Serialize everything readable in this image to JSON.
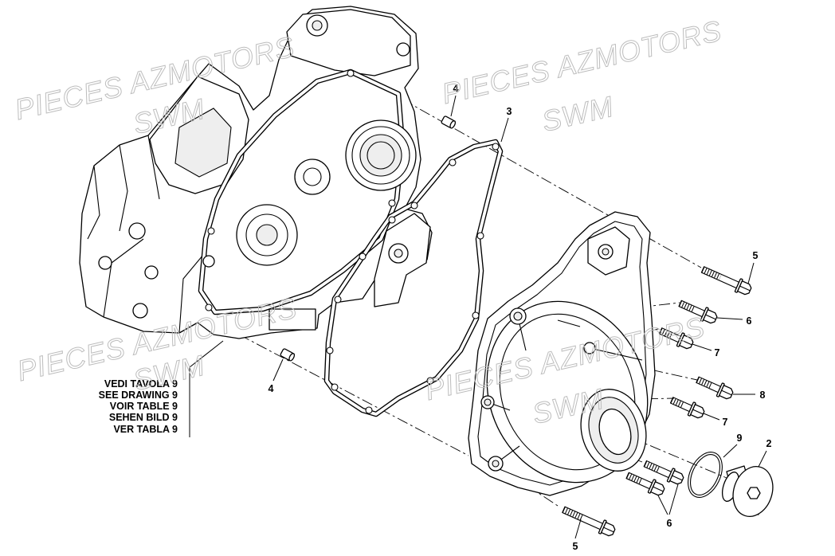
{
  "watermark": {
    "brand": "PIECES AZMOTORS",
    "make": "SWM"
  },
  "callouts": {
    "dowel_top": "4",
    "gasket": "3",
    "dowel_bottom": "4",
    "bolt_5_top": "5",
    "bolt_6_upper": "6",
    "bolt_7_upper": "7",
    "bolt_8": "8",
    "bolt_7_lower": "7",
    "o_ring": "9",
    "cap": "2",
    "bolt_6_lower": "6",
    "bolt_5_bottom": "5"
  },
  "reference_note": {
    "lines": [
      "VEDI TAVOLA 9",
      "SEE DRAWING 9",
      "VOIR TABLE 9",
      "SEHEN BILD 9",
      "VER TABLA 9"
    ]
  }
}
